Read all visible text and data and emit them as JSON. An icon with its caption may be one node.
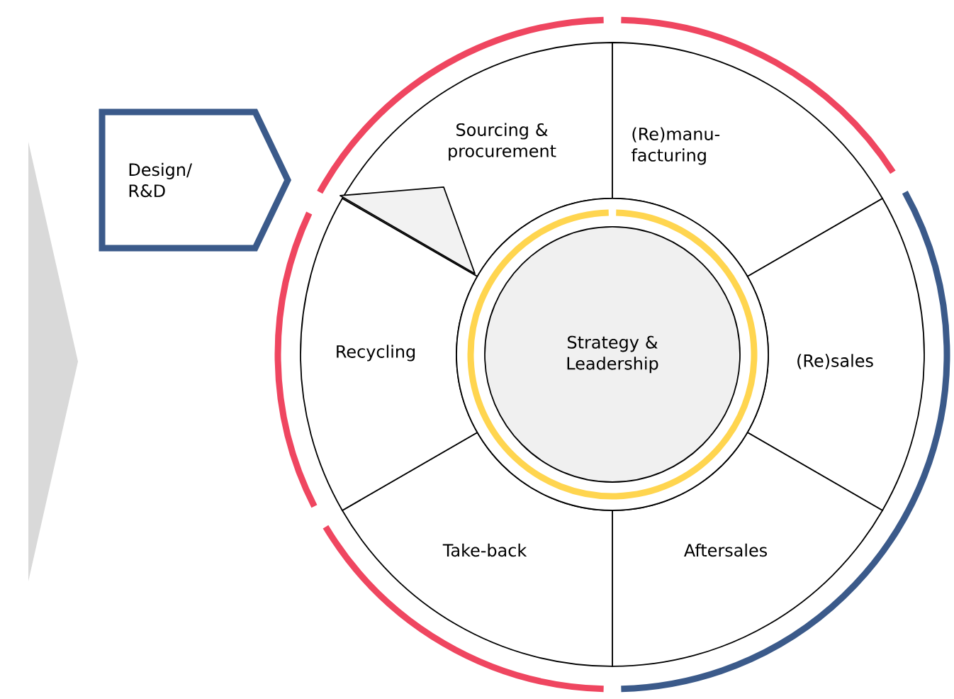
{
  "diagram": {
    "nodes": [
      {
        "text": [
          "Design/ R&D"
        ]
      },
      {
        "text": [
          "Strategy & Leadership"
        ]
      },
      {
        "text": [
          "Sourcing & procurement"
        ]
      },
      {
        "text": [
          "(Re)manu- facturing"
        ]
      },
      {
        "text": [
          "(Re)sales"
        ]
      },
      {
        "text": [
          "Aftersales"
        ]
      },
      {
        "text": [
          "Take-back"
        ]
      },
      {
        "text": [
          "Recycling"
        ]
      }
    ]
  }
}
